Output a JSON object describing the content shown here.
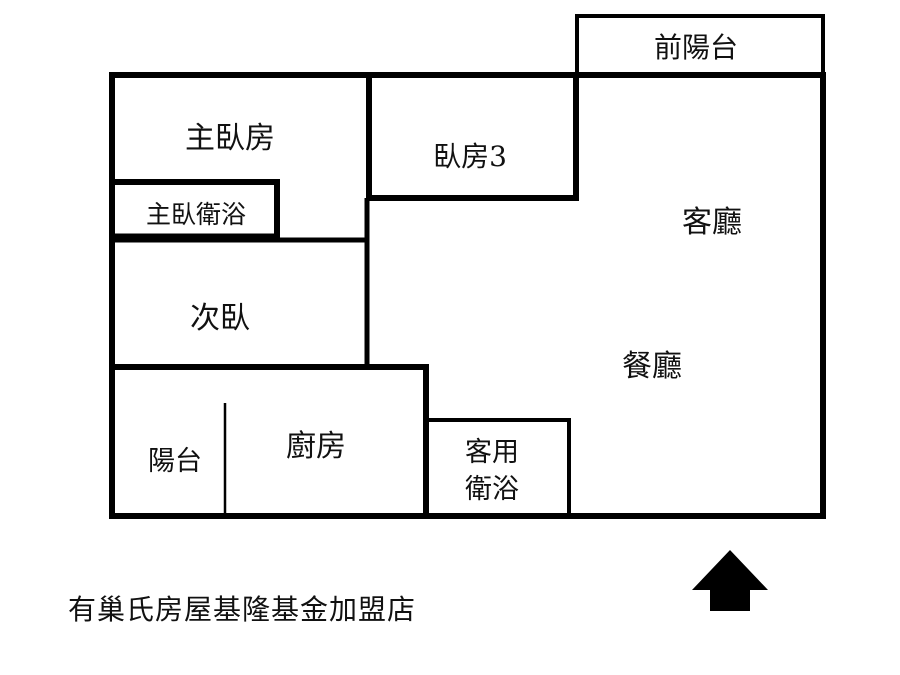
{
  "rooms": {
    "front_balcony": "前陽台",
    "master_bedroom": "主臥房",
    "bedroom3": "臥房3",
    "master_bath": "主臥衛浴",
    "living_room": "客廳",
    "second_bedroom": "次臥",
    "dining_room": "餐廳",
    "balcony": "陽台",
    "kitchen": "廚房",
    "guest_bath_line1": "客用",
    "guest_bath_line2": "衛浴"
  },
  "footer": {
    "agency": "有巢氏房屋基隆基金加盟店"
  },
  "compass": {
    "icon": "north-arrow-icon"
  }
}
